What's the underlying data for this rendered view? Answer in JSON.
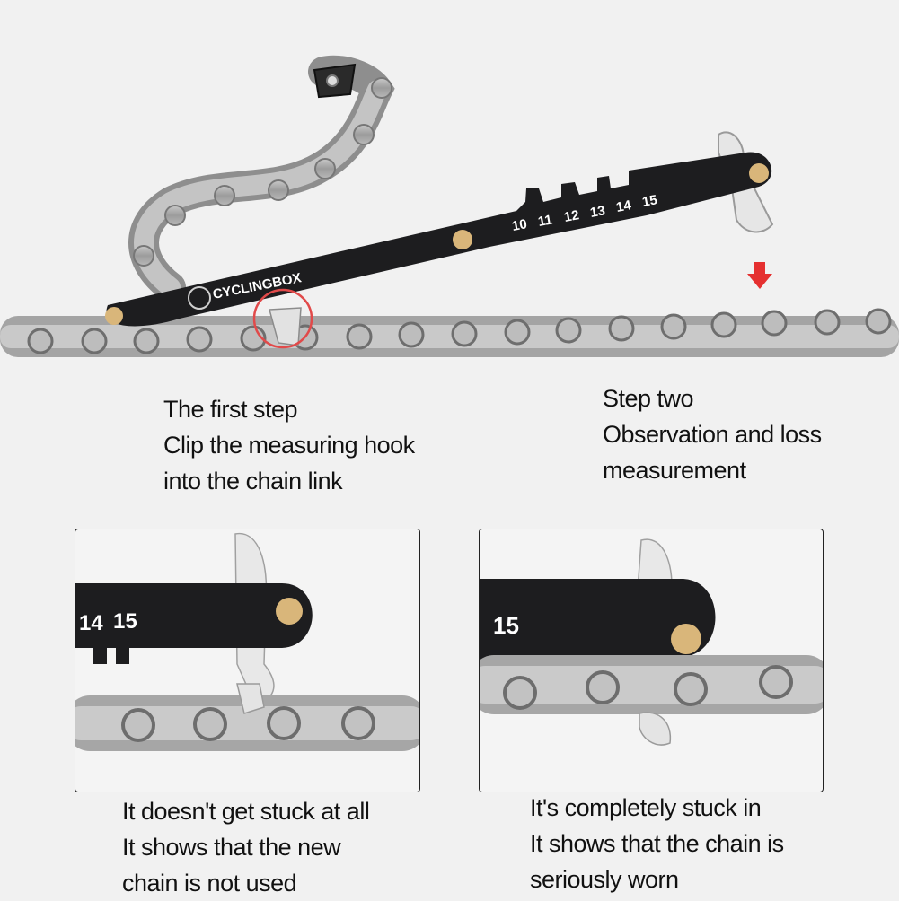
{
  "brand": "CYCLINGBOX",
  "scale_numbers": [
    "10",
    "11",
    "12",
    "13",
    "14",
    "15"
  ],
  "step_one": {
    "title": "The first step",
    "line2": "Clip the measuring hook",
    "line3": "into the chain link"
  },
  "step_two": {
    "title": "Step two",
    "line2": "Observation and loss",
    "line3": "measurement"
  },
  "panel_left": {
    "scale_a": "14",
    "scale_b": "15",
    "line1": "It doesn't get stuck at all",
    "line2": "It shows that the new",
    "line3": "chain is not used"
  },
  "panel_right": {
    "scale": "15",
    "line1": "It's completely stuck in",
    "line2": "It shows that the chain is",
    "line3": "seriously worn"
  },
  "colors": {
    "tool": "#1d1d1f",
    "rivet": "#d9b67a",
    "indicator": "#e53030",
    "chain": "#a9a9a9"
  }
}
